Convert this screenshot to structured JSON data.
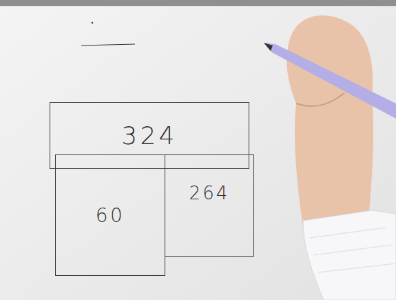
{
  "diagram": {
    "nodes": [
      {
        "text": [
          "324"
        ]
      },
      {
        "text": [
          "60"
        ]
      },
      {
        "text": [
          "264"
        ]
      }
    ],
    "labels": [
      "60",
      "+264",
      "324"
    ]
  }
}
